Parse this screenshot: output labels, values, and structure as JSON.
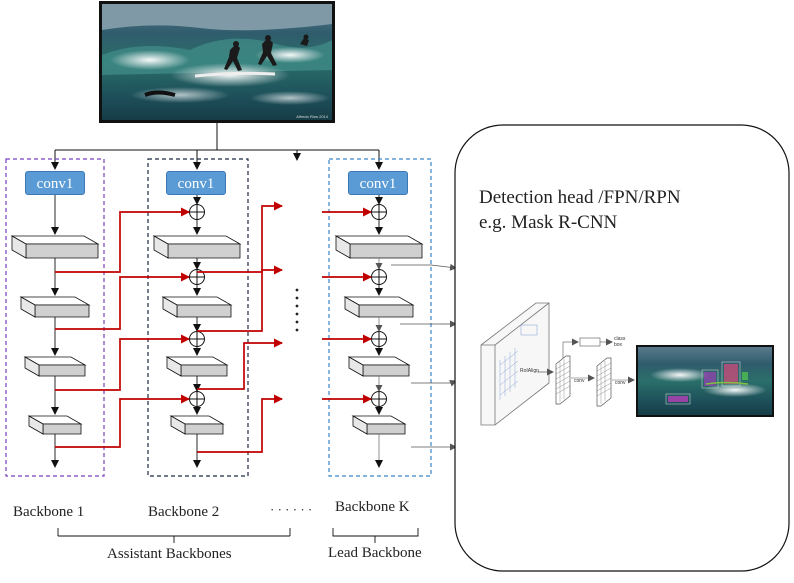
{
  "diagram": {
    "conv_label": "conv1",
    "ellipsis_dots": "· · · · · ·",
    "backbones": [
      {
        "label": "Backbone 1",
        "role": "assistant"
      },
      {
        "label": "Backbone 2",
        "role": "assistant"
      },
      {
        "label": "Backbone K",
        "role": "lead"
      }
    ],
    "group_labels": {
      "assistant": "Assistant Backbones",
      "lead": "Lead Backbone"
    },
    "head": {
      "title": "Detection head /FPN/RPN",
      "subtitle": "e.g. Mask R-CNN",
      "roi_label": "RoIAlign",
      "conv_small": "conv",
      "class_box": "class\nbox"
    },
    "image": {
      "credit": "Alfredo Rios 2014"
    },
    "colors": {
      "assistant_border": "#7b3fbf",
      "middle_border": "#1f2a44",
      "lead_border": "#3a87c8",
      "connection": "#c00000",
      "conv_fill": "#5b9bd5"
    }
  }
}
